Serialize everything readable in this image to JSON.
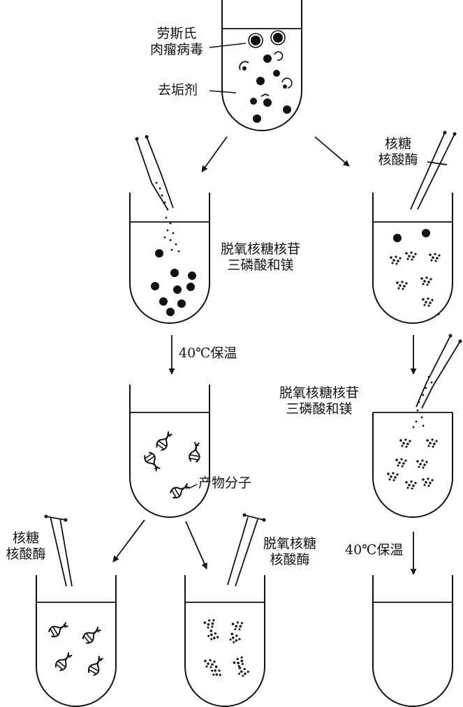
{
  "labels": {
    "virus": [
      "劳斯氏",
      "肉瘤病毒"
    ],
    "detergent": "去垢剂",
    "rnase_top": [
      "核糖",
      "核酸酶"
    ],
    "dntp_left": [
      "脱氧核糖核苷",
      "三磷酸和镁"
    ],
    "incubate_left": "40℃保温",
    "dntp_right": [
      "脱氧核糖核苷",
      "三磷酸和镁"
    ],
    "product": "产物分子",
    "rnase_bottom": [
      "核糖",
      "核酸酶"
    ],
    "dnase_bottom": [
      "脱氧核糖",
      "核酸酶"
    ],
    "incubate_right": "40℃保温"
  }
}
